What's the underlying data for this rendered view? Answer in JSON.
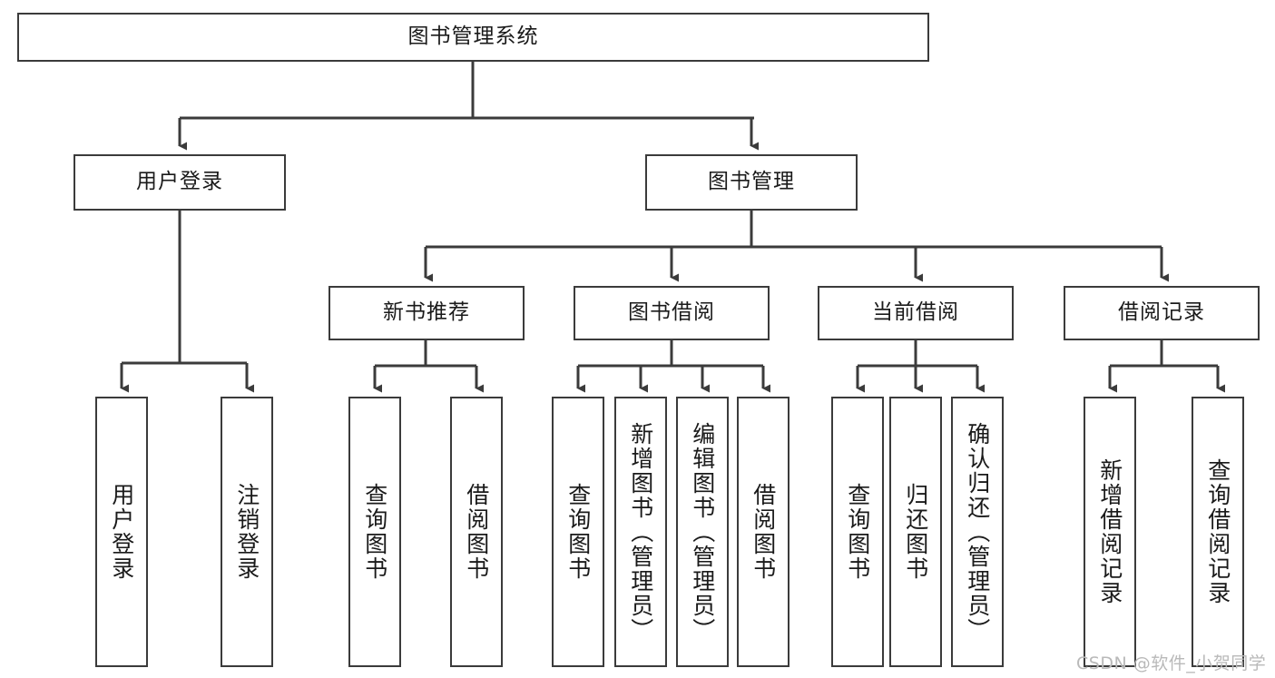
{
  "diagram": {
    "title_node": {
      "label": "图书管理系统"
    },
    "level1": [
      {
        "id": "user-login",
        "label": "用户登录"
      },
      {
        "id": "book-management",
        "label": "图书管理"
      }
    ],
    "level2": [
      {
        "id": "new-book-recommend",
        "label": "新书推荐"
      },
      {
        "id": "book-borrow",
        "label": "图书借阅"
      },
      {
        "id": "current-borrow",
        "label": "当前借阅"
      },
      {
        "id": "borrow-record",
        "label": "借阅记录"
      }
    ],
    "leaves": [
      {
        "id": "leaf-user-login",
        "label": "用户登录"
      },
      {
        "id": "leaf-logout-login",
        "label": "注销登录"
      },
      {
        "id": "leaf-query-book-1",
        "label": "查询图书"
      },
      {
        "id": "leaf-borrow-book-1",
        "label": "借阅图书"
      },
      {
        "id": "leaf-query-book-2",
        "label": "查询图书"
      },
      {
        "id": "leaf-add-book-admin",
        "label": "新增图书（管理员）"
      },
      {
        "id": "leaf-edit-book-admin",
        "label": "编辑图书（管理员）"
      },
      {
        "id": "leaf-borrow-book-2",
        "label": "借阅图书"
      },
      {
        "id": "leaf-query-book-3",
        "label": "查询图书"
      },
      {
        "id": "leaf-return-book",
        "label": "归还图书"
      },
      {
        "id": "leaf-confirm-return-admin",
        "label": "确认归还（管理员）"
      },
      {
        "id": "leaf-add-borrow-record",
        "label": "新增借阅记录"
      },
      {
        "id": "leaf-query-borrow-record",
        "label": "查询借阅记录"
      }
    ],
    "watermark": "CSDN @软件_小贺同学",
    "colors": {
      "stroke": "#3b3b3b",
      "background": "#ffffff",
      "text": "#1a1a1a",
      "watermark": "#b9b9b9"
    }
  }
}
